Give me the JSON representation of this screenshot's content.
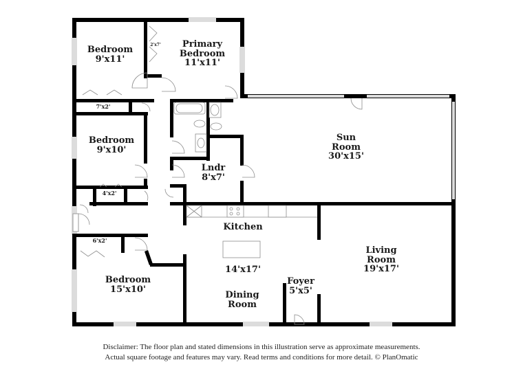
{
  "rooms": {
    "bedroom_nw": {
      "name": "Bedroom",
      "dims": "9'x11'"
    },
    "primary_bedroom": {
      "name_line1": "Primary",
      "name_line2": "Bedroom",
      "dims": "11'x11'"
    },
    "bedroom_w": {
      "name": "Bedroom",
      "dims": "9'x10'"
    },
    "laundry": {
      "name": "Lndr",
      "dims": "8'x7'"
    },
    "sun_room": {
      "name_line1": "Sun",
      "name_line2": "Room",
      "dims": "30'x15'"
    },
    "kitchen": {
      "name": "Kitchen",
      "dims": "14'x17'"
    },
    "dining_room": {
      "name_line1": "Dining",
      "name_line2": "Room"
    },
    "living_room": {
      "name_line1": "Living",
      "name_line2": "Room",
      "dims": "19'x17'"
    },
    "foyer": {
      "name": "Foyer",
      "dims": "5'x5'"
    },
    "bedroom_sw": {
      "name": "Bedroom",
      "dims": "15'x10'"
    }
  },
  "closets": {
    "primary_closet": "2'x7'",
    "closet_7x2": "7'x2'",
    "closet_4x2": "4'x2'",
    "closet_6x2": "6'x2'"
  },
  "disclaimer": {
    "line1": "Disclaimer: The floor plan and stated dimensions in this illustration serve as approximate measurements.",
    "line2": "Actual square footage and features may vary. Read terms and conditions for more detail. © PlanOmatic"
  },
  "colors": {
    "wall": "#000000",
    "window": "#dcdcdc",
    "door_swing": "#8c8c8c",
    "background": "#ffffff"
  }
}
